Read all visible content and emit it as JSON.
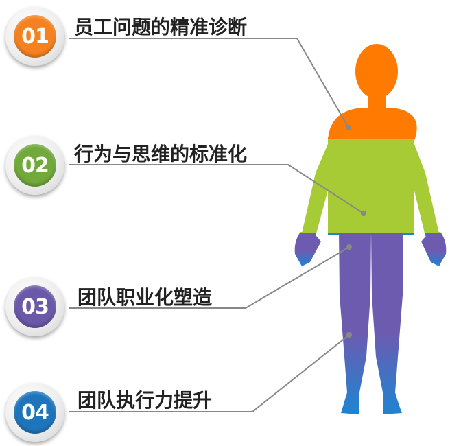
{
  "items": [
    {
      "number": "01",
      "label": "员工问题的精准诊断",
      "color": "#F58220"
    },
    {
      "number": "02",
      "label": "行为与思维的标准化",
      "color": "#71A93B"
    },
    {
      "number": "03",
      "label": "团队职业化塑造",
      "color": "#6A59A8"
    },
    {
      "number": "04",
      "label": "团队执行力提升",
      "color": "#1F75BC"
    }
  ],
  "body_colors": {
    "head": "#FF7A00",
    "torso": "#A6CB35",
    "legs": "#6D5BB0",
    "feet": "#1E84D2",
    "leader_line": "#888888"
  }
}
